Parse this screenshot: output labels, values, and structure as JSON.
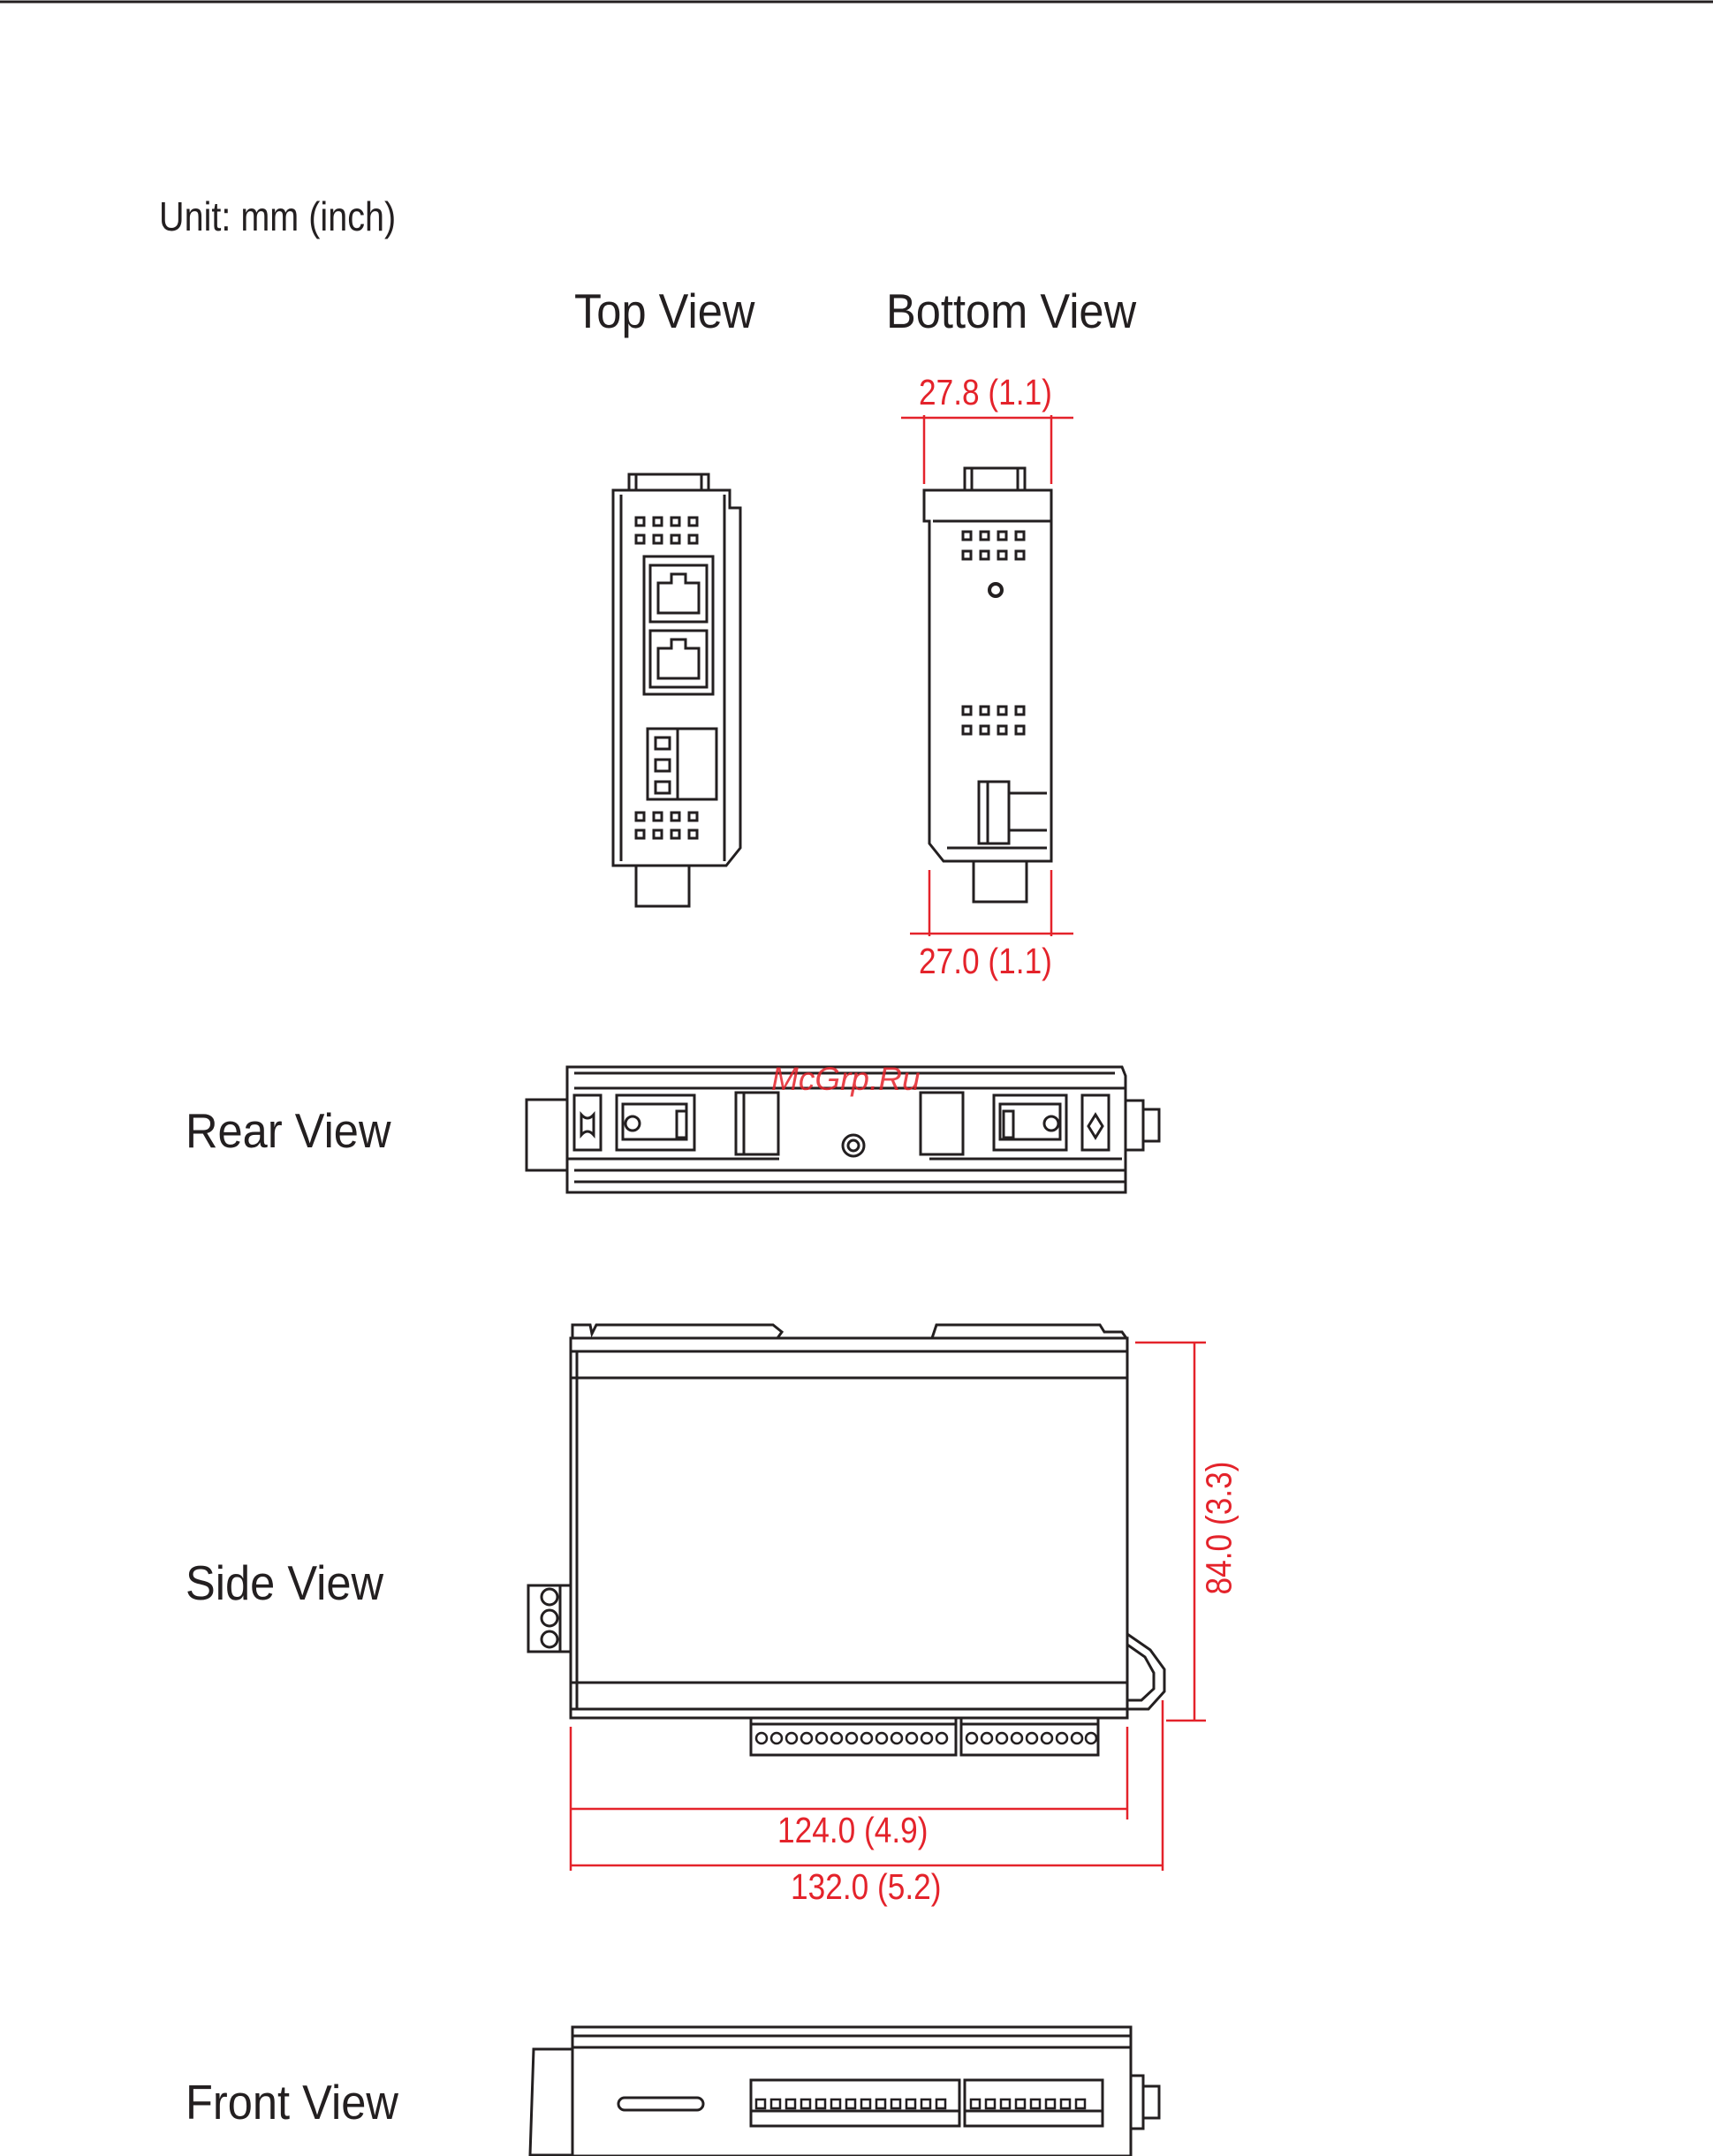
{
  "unit_label": "Unit: mm (inch)",
  "views": {
    "top": "Top View",
    "bottom": "Bottom View",
    "rear": "Rear View",
    "side": "Side View",
    "front": "Front View"
  },
  "dimensions": {
    "bottom_top_width": "27.8 (1.1)",
    "bottom_lower_width": "27.0 (1.1)",
    "side_height": "84.0 (3.3)",
    "side_body_length": "124.0 (4.9)",
    "side_total_length": "132.0  (5.2)"
  },
  "watermark": "McGrp.Ru",
  "colors": {
    "line": "#231f20",
    "dimension": "#e4232b"
  }
}
